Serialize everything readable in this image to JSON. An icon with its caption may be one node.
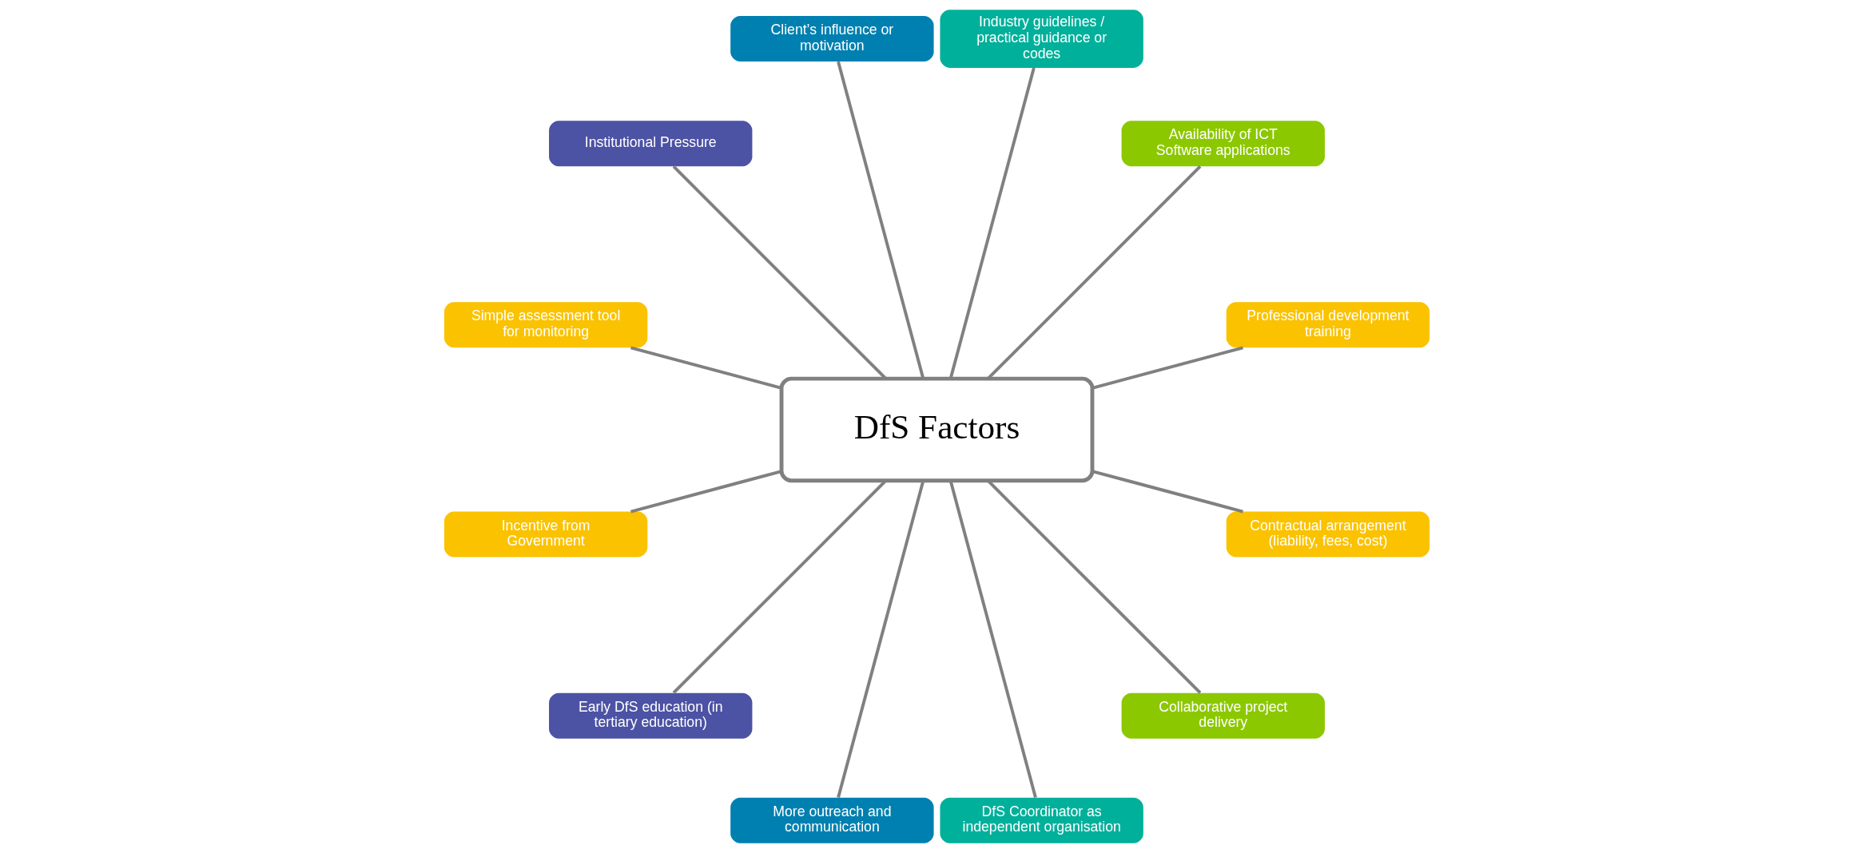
{
  "diagram": {
    "nodes": [
      {
        "text": [
          "DfS Factors"
        ]
      },
      {
        "text": [
          "Professional development training"
        ]
      },
      {
        "text": [
          "Availability of ICT Software applications"
        ]
      },
      {
        "text": [
          "Industry guidelines / practical guidance or codes"
        ]
      },
      {
        "text": [
          "Client’s influence or motivation"
        ]
      },
      {
        "text": [
          "Institutional Pressure"
        ]
      },
      {
        "text": [
          "Simple assessment tool for monitoring"
        ]
      },
      {
        "text": [
          "Incentive from Government"
        ]
      },
      {
        "text": [
          "Early DfS education (in tertiary education)"
        ]
      },
      {
        "text": [
          "More outreach and communication"
        ]
      },
      {
        "text": [
          "DfS Coordinator as independent organisation"
        ]
      },
      {
        "text": [
          "Collaborative project delivery"
        ]
      },
      {
        "text": [
          "Contractual arrangement (liability, fees, cost)"
        ]
      }
    ],
    "edges": [
      {
        "from": 0,
        "to": 1,
        "arrow": "none"
      },
      {
        "from": 0,
        "to": 2,
        "arrow": "none"
      },
      {
        "from": 0,
        "to": 3,
        "arrow": "none"
      },
      {
        "from": 0,
        "to": 4,
        "arrow": "none"
      },
      {
        "from": 0,
        "to": 5,
        "arrow": "none"
      },
      {
        "from": 0,
        "to": 6,
        "arrow": "none"
      },
      {
        "from": 0,
        "to": 7,
        "arrow": "none"
      },
      {
        "from": 0,
        "to": 8,
        "arrow": "none"
      },
      {
        "from": 0,
        "to": 9,
        "arrow": "none"
      },
      {
        "from": 0,
        "to": 10,
        "arrow": "none"
      },
      {
        "from": 0,
        "to": 11,
        "arrow": "none"
      },
      {
        "from": 0,
        "to": 12,
        "arrow": "none"
      }
    ]
  }
}
